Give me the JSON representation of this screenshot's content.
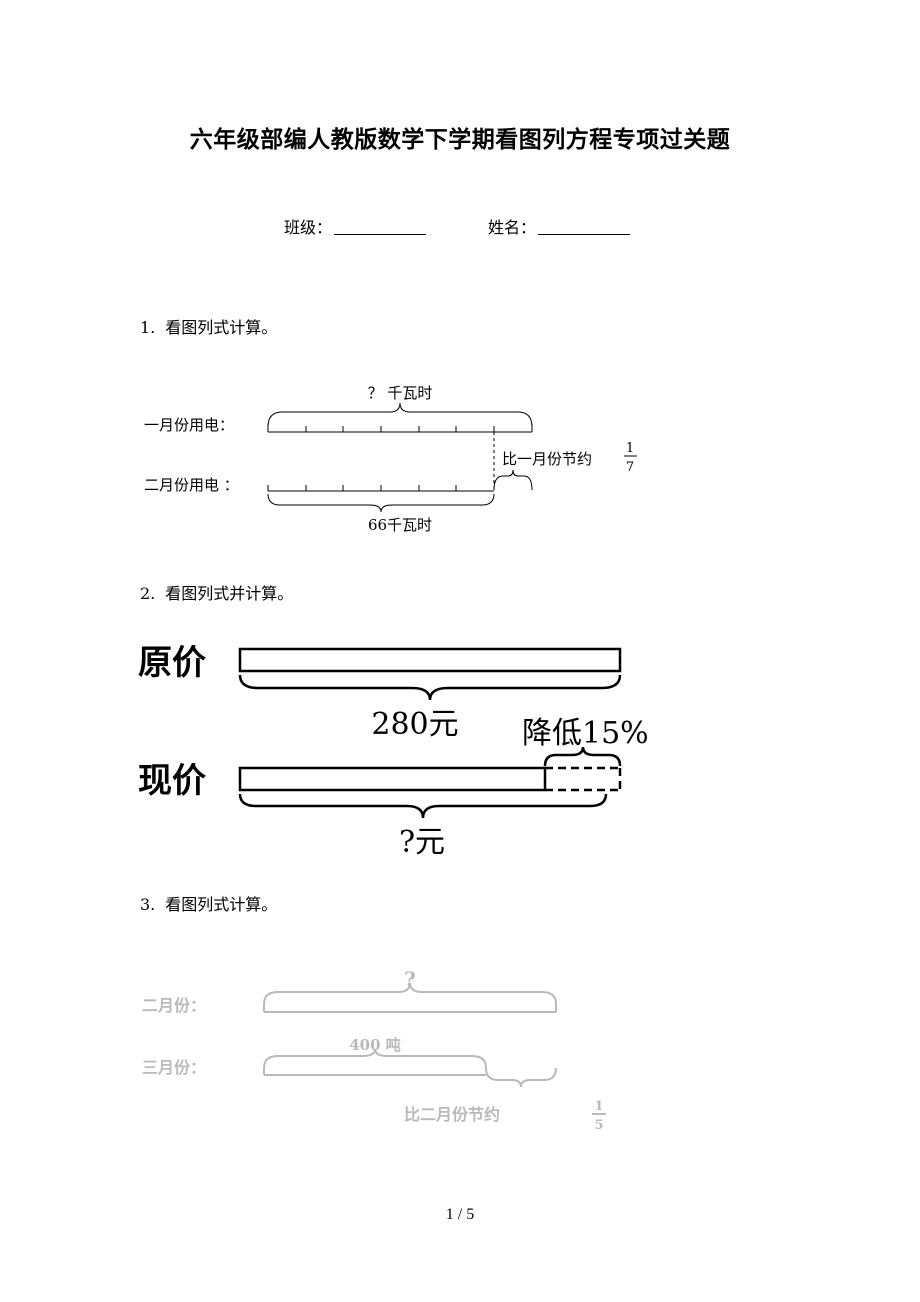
{
  "title": "六年级部编人教版数学下学期看图列方程专项过关题",
  "info": {
    "class_label": "班级：",
    "name_label": "姓名："
  },
  "questions": [
    {
      "number": "1.",
      "prompt": "看图列式计算。",
      "figure": {
        "top_label": "？ 千瓦时",
        "row1_label": "一月份用电：",
        "row2_label": "二月份用电 ：",
        "compare_label": "比一月份节约",
        "fraction_num": "1",
        "fraction_den": "7",
        "bottom_label": "66千瓦时"
      }
    },
    {
      "number": "2.",
      "prompt": "看图列式并计算。",
      "figure": {
        "row1_label": "原价",
        "row1_value": "280元",
        "reduction_label": "降低15%",
        "row2_label": "现价",
        "row2_value": "?元"
      }
    },
    {
      "number": "3.",
      "prompt": "看图列式计算。",
      "figure": {
        "top_label": "?",
        "row1_label": "二月份：",
        "mid_label": "400 吨",
        "row2_label": "三月份：",
        "compare_label": "比二月份节约",
        "fraction_num": "1",
        "fraction_den": "5"
      }
    }
  ],
  "page_number": "1 / 5"
}
